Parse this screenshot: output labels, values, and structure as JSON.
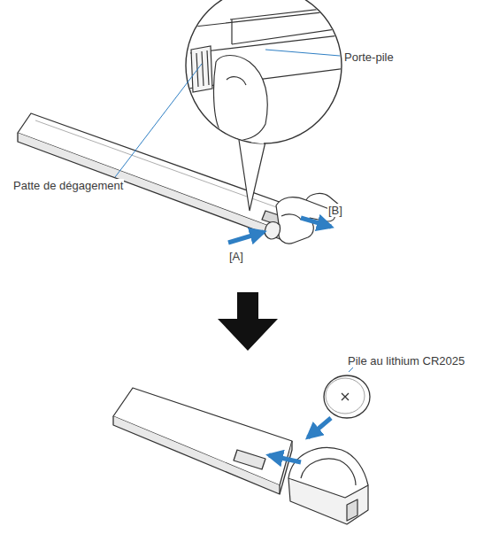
{
  "diagram": {
    "labels": [
      "Porte-pile",
      "Patte de dégagement",
      "[B]",
      "[A]",
      "Pile au lithium CR2025"
    ]
  }
}
